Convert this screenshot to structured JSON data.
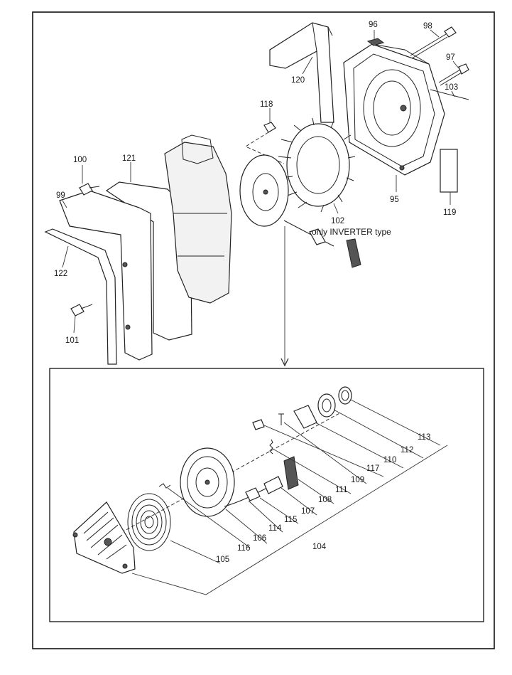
{
  "diagram": {
    "note": "only INVERTER type",
    "labels": {
      "p95": "95",
      "p96": "96",
      "p97": "97",
      "p98": "98",
      "p99": "99",
      "p100": "100",
      "p101": "101",
      "p102": "102",
      "p103": "103",
      "p104": "104",
      "p105": "105",
      "p106": "106",
      "p107": "107",
      "p108": "108",
      "p109": "109",
      "p110": "110",
      "p111": "111",
      "p112": "112",
      "p113": "113",
      "p114": "114",
      "p115": "115",
      "p116": "116",
      "p117": "117",
      "p118": "118",
      "p119": "119",
      "p120": "120",
      "p121": "121",
      "p122": "122"
    }
  }
}
